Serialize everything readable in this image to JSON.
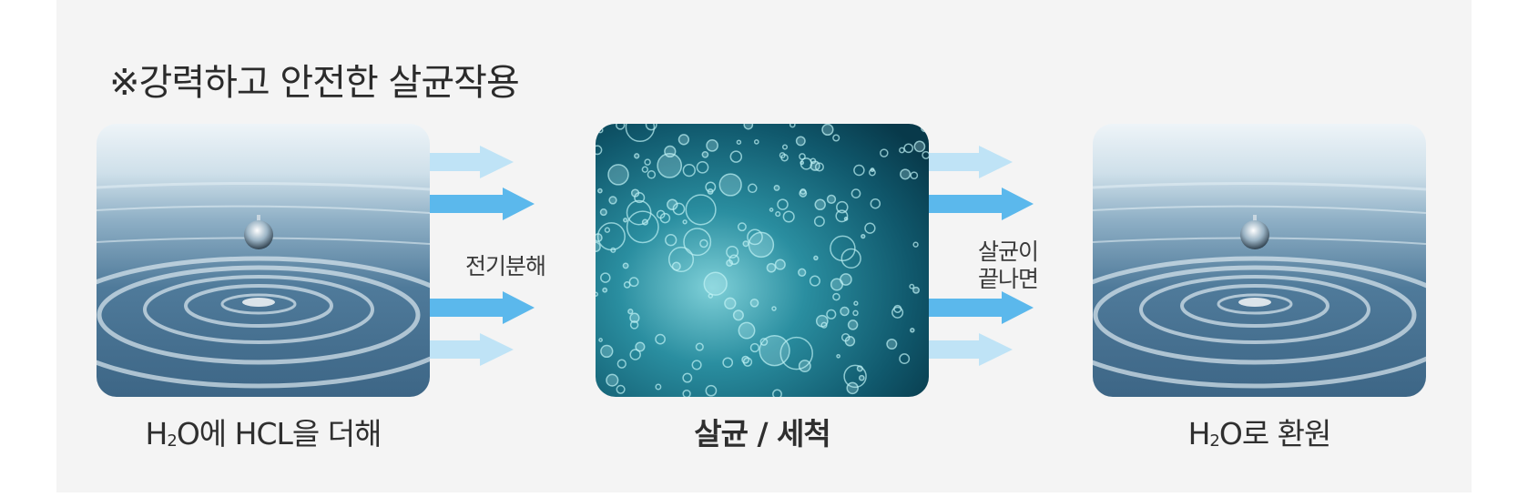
{
  "title": "※강력하고 안전한 살균작용",
  "steps": [
    {
      "caption_pre": "H",
      "caption_sub": "2",
      "caption_post": "O에 HCL을 더해",
      "image": "water-droplet-ripple"
    },
    {
      "caption": "살균 / 세척",
      "image": "underwater-bubbles"
    },
    {
      "caption_pre": "H",
      "caption_sub": "2",
      "caption_post": "O로 환원",
      "image": "water-droplet-ripple"
    }
  ],
  "transitions": [
    {
      "label": "전기분해"
    },
    {
      "line1": "살균이",
      "line2": "끝나면"
    }
  ],
  "colors": {
    "background": "#f4f4f4",
    "arrow_strong": "#5bb8ec",
    "arrow_light": "#bfe3f6",
    "text": "#2f2f2f"
  }
}
